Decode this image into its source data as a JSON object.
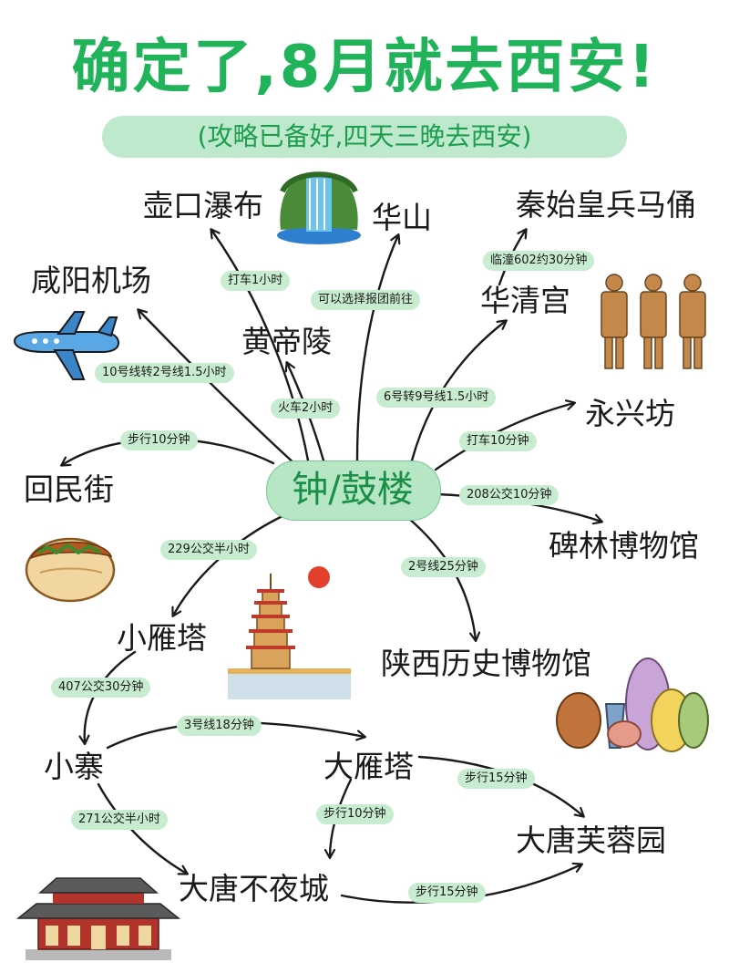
{
  "title": "确定了,8月就去西安!",
  "subtitle": "(攻略已备好,四天三晚去西安)",
  "center": "钟/鼓楼",
  "places": {
    "huashan": "华山",
    "hukou": "壶口瀑布",
    "qinshihuang": "秦始皇兵马俑",
    "xianyang": "咸阳机场",
    "huangdiling": "黄帝陵",
    "huaqing": "华清宫",
    "yongxing": "永兴坊",
    "huimin": "回民街",
    "beilin": "碑林博物馆",
    "xiaoyan": "小雁塔",
    "shaanxi": "陕西历史博物馆",
    "xiaozhai": "小寨",
    "dayan": "大雁塔",
    "furong": "大唐芙蓉园",
    "budiye": "大唐不夜城"
  },
  "routes": {
    "hukou": "打车1小时",
    "huashan": "可以选择报团前往",
    "qin": "临潼602约30分钟",
    "xianyang": "10号线转2号线1.5小时",
    "huangdi": "火车2小时",
    "huaqing": "6号转9号线1.5小时",
    "yongxing": "打车10分钟",
    "huimin": "步行10分钟",
    "beilin": "208公交10分钟",
    "xiaoyan": "229公交半小时",
    "shaanxi": "2号线25分钟",
    "xiaozhai": "407公交30分钟",
    "dayan": "3号线18分钟",
    "furong": "步行15分钟",
    "budiye_from_dayan": "步行10分钟",
    "budiye_from_xiaozhai": "271公交半小时",
    "budiye_to_furong": "步行15分钟"
  },
  "colors": {
    "accent": "#21b35a",
    "pill": "#c8eccf",
    "arrow": "#1a1a1a"
  }
}
